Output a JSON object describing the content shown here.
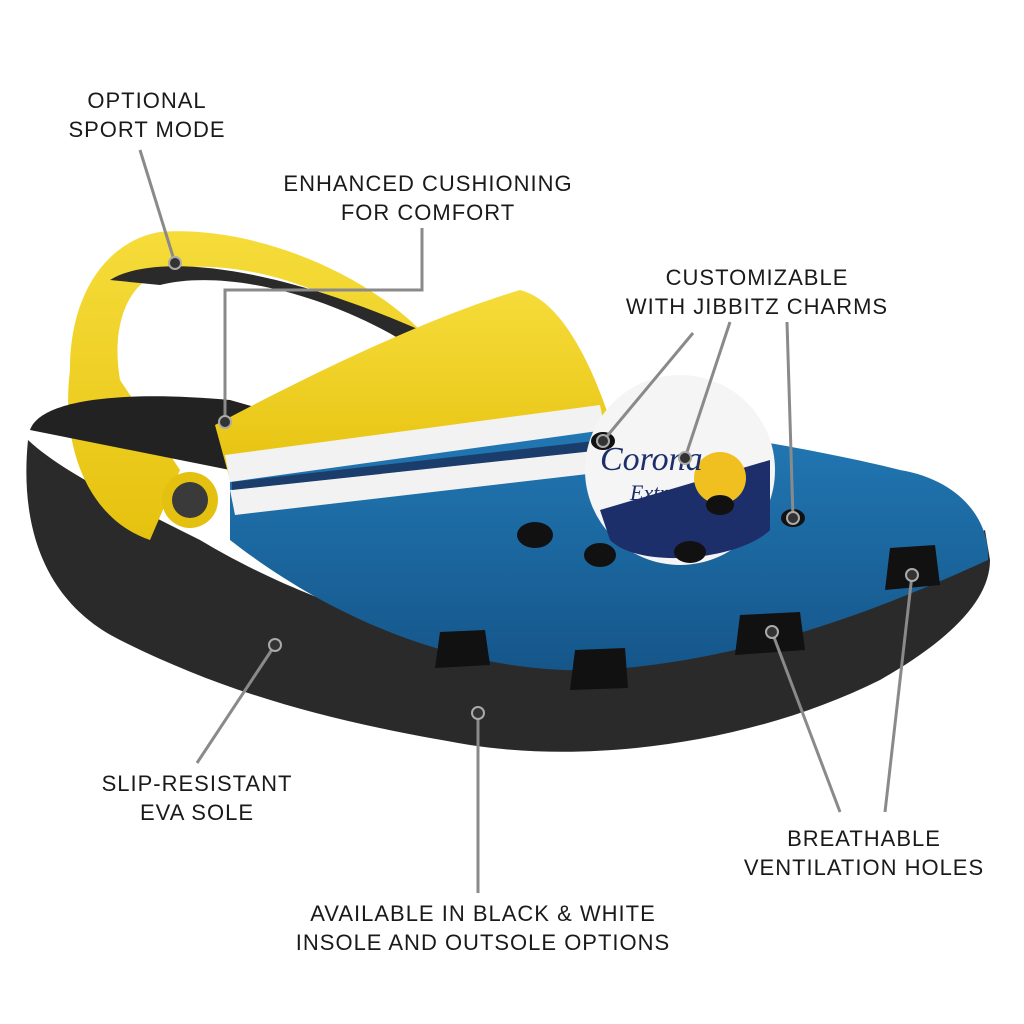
{
  "callouts": {
    "sport_mode": [
      "OPTIONAL",
      "SPORT MODE"
    ],
    "cushioning": [
      "ENHANCED CUSHIONING",
      "FOR COMFORT"
    ],
    "jibbitz": [
      "CUSTOMIZABLE",
      "WITH JIBBITZ CHARMS"
    ],
    "sole": [
      "SLIP-RESISTANT",
      "EVA SOLE"
    ],
    "options": [
      "AVAILABLE IN BLACK & WHITE",
      "INSOLE AND OUTSOLE OPTIONS"
    ],
    "ventilation": [
      "BREATHABLE",
      "VENTILATION HOLES"
    ]
  },
  "charm": {
    "logo_text": "Corona Extra"
  },
  "colors": {
    "yellow": "#f2d21e",
    "blue": "#1f6fa8",
    "sole": "#2b2b2b",
    "navy": "#1d2f6b",
    "line": "#8a8a8a"
  }
}
